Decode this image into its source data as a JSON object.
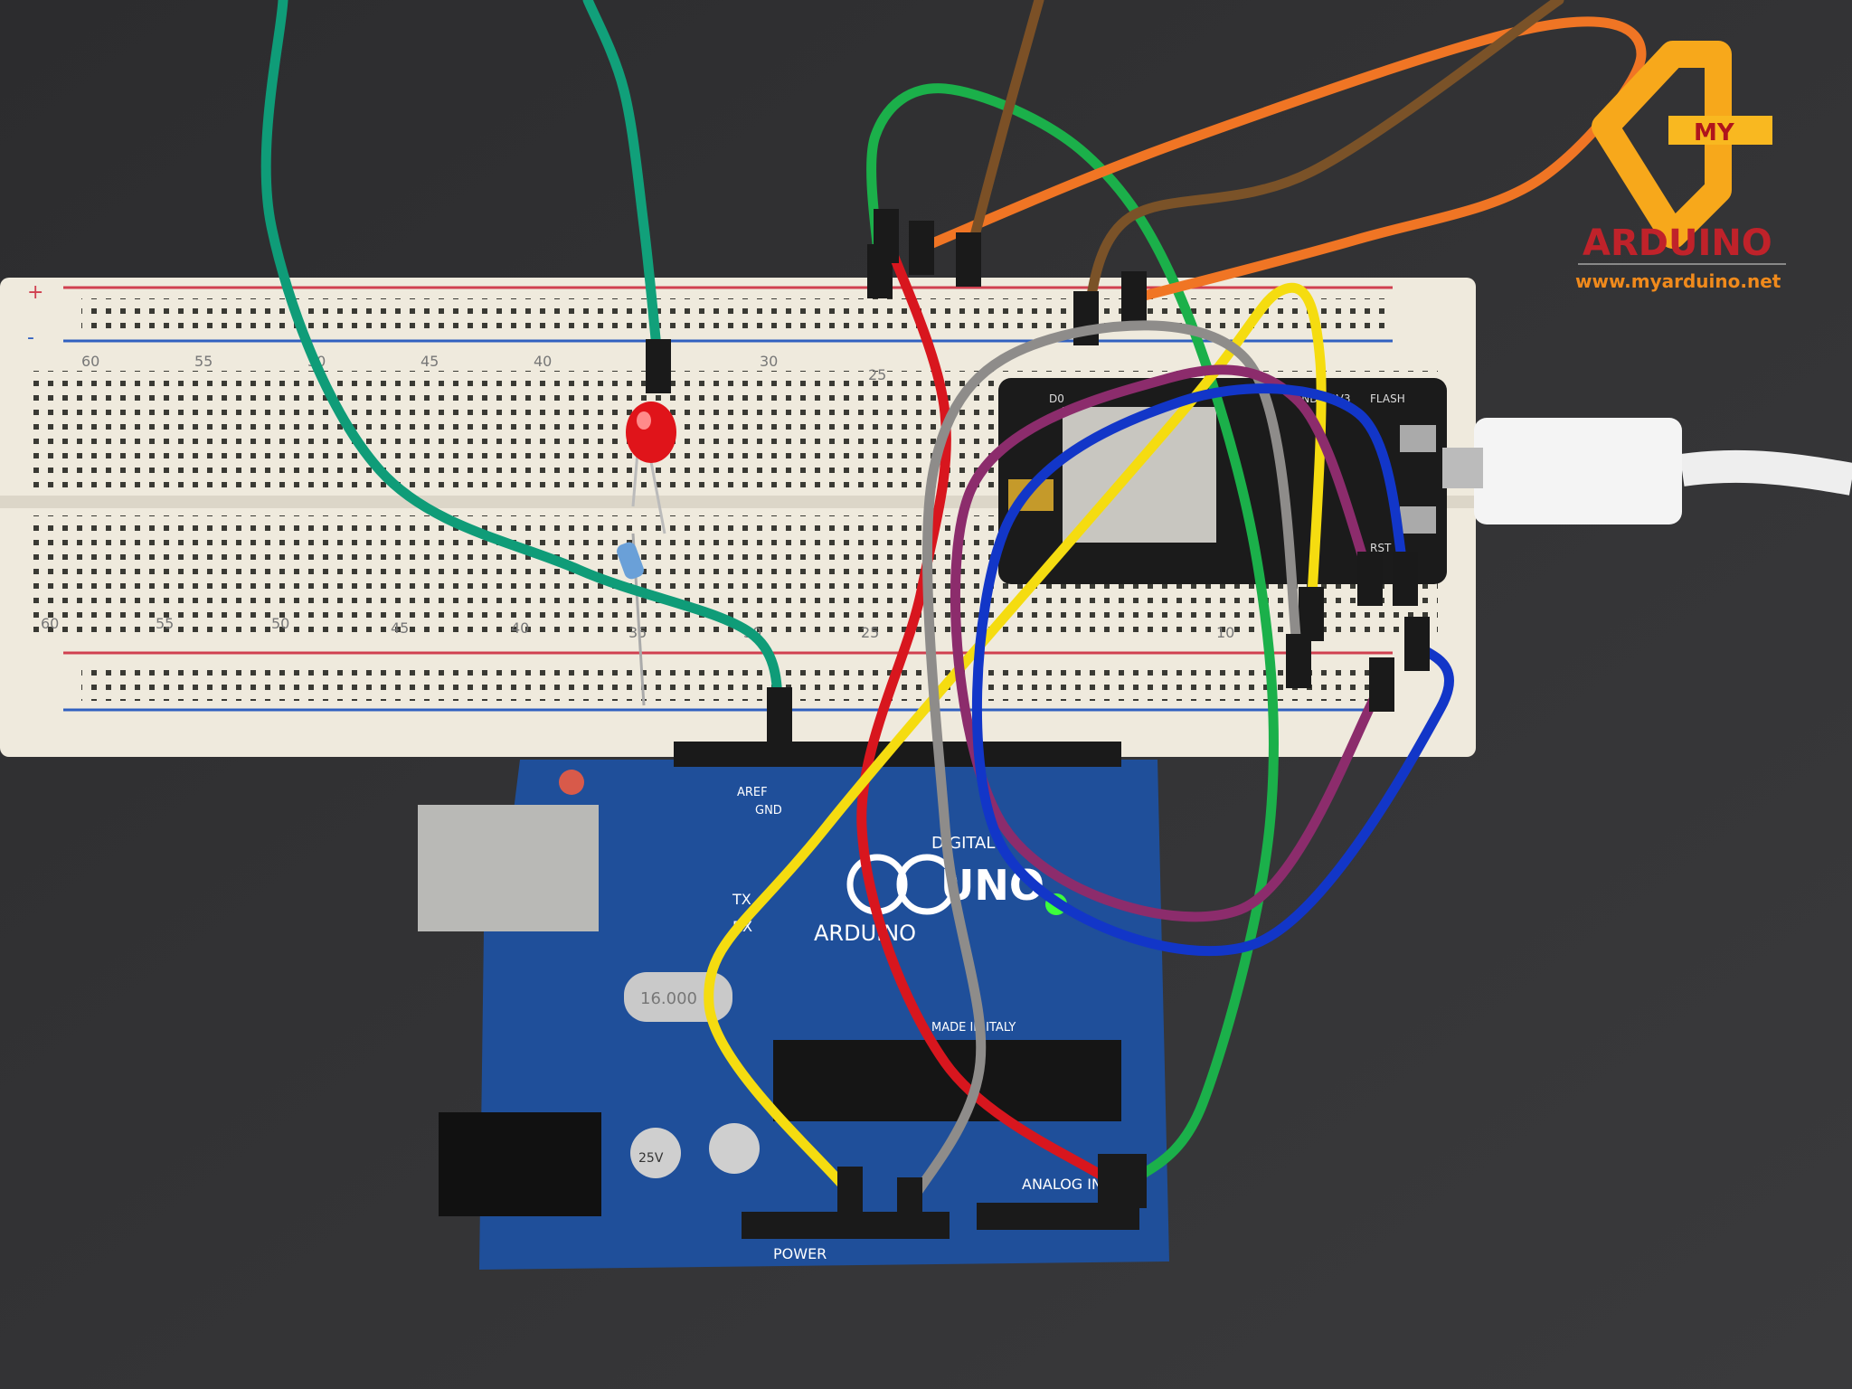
{
  "logo": {
    "badge_text": "MY",
    "brand": "ARDUINO",
    "url": "www.myarduino.net",
    "colors": {
      "badge": "#f7a81b",
      "brand": "#c0222a",
      "url": "#f08a1c"
    }
  },
  "arduino_board": {
    "model_text": "UNO",
    "brand_text": "ARDUINO",
    "digital_label": "DIGITAL",
    "power_label": "POWER",
    "analog_label": "ANALOG IN",
    "crystal_text": "16.000",
    "tx_label": "TX",
    "rx_label": "RX",
    "aref_label": "AREF",
    "gnd_label": "GND",
    "made_in": "MADE IN ITALY",
    "cap_label": "25V",
    "board_color": "#1f4f9a",
    "power_led_color": "#3cff3c"
  },
  "breadboard": {
    "top_numbers": [
      "60",
      "55",
      "50",
      "45",
      "40",
      "30",
      "25"
    ],
    "bottom_numbers": [
      "60",
      "55",
      "50",
      "45",
      "40",
      "35",
      "30",
      "25",
      "10"
    ],
    "plus": "+",
    "minus": "-"
  },
  "nodemcu": {
    "labels": [
      "FLASH",
      "RST",
      "3V3",
      "GND",
      "D0"
    ]
  },
  "led": {
    "color": "#e0141a"
  },
  "wires": [
    {
      "name": "teal-a",
      "color": "#11a07a"
    },
    {
      "name": "teal-b",
      "color": "#0f9c78"
    },
    {
      "name": "green",
      "color": "#1bb04a"
    },
    {
      "name": "red",
      "color": "#d8161e"
    },
    {
      "name": "orange",
      "color": "#f07524"
    },
    {
      "name": "brown",
      "color": "#7b5026"
    },
    {
      "name": "brown-b",
      "color": "#7a5228"
    },
    {
      "name": "yellow",
      "color": "#f5dc10"
    },
    {
      "name": "gray",
      "color": "#8e8c8a"
    },
    {
      "name": "purple",
      "color": "#8c2c6c"
    },
    {
      "name": "blue",
      "color": "#1236c8"
    }
  ]
}
